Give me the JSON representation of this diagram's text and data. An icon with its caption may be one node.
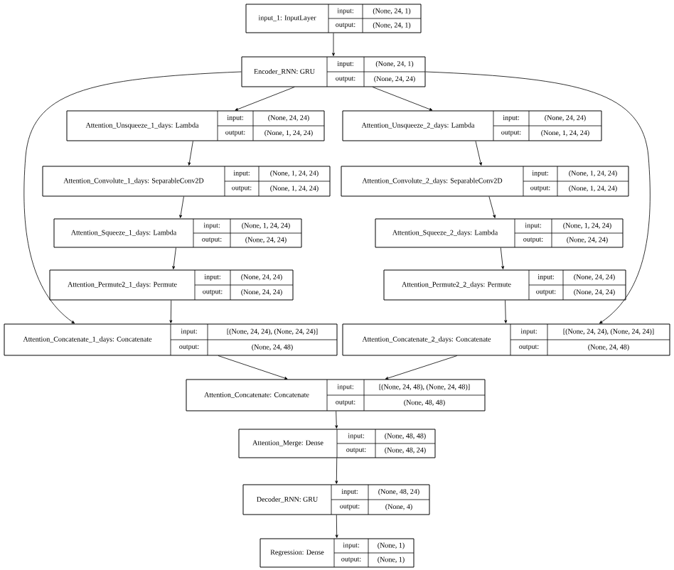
{
  "diagram": {
    "nodes": [
      {
        "text": [
          "input_1: InputLayer",
          "input:",
          "(None, 24, 1)",
          "output:",
          "(None, 24, 1)"
        ]
      },
      {
        "text": [
          "Encoder_RNN: GRU",
          "input:",
          "(None, 24, 1)",
          "output:",
          "(None, 24, 24)"
        ]
      },
      {
        "text": [
          "Attention_Unsqueeze_1_days: Lambda",
          "input:",
          "(None, 24, 24)",
          "output:",
          "(None, 1, 24, 24)"
        ]
      },
      {
        "text": [
          "Attention_Unsqueeze_2_days: Lambda",
          "input:",
          "(None, 24, 24)",
          "output:",
          "(None, 1, 24, 24)"
        ]
      },
      {
        "text": [
          "Attention_Convolute_1_days: SeparableConv2D",
          "input:",
          "(None, 1, 24, 24)",
          "output:",
          "(None, 1, 24, 24)"
        ]
      },
      {
        "text": [
          "Attention_Convolute_2_days: SeparableConv2D",
          "input:",
          "(None, 1, 24, 24)",
          "output:",
          "(None, 1, 24, 24)"
        ]
      },
      {
        "text": [
          "Attention_Squeeze_1_days: Lambda",
          "input:",
          "(None, 1, 24, 24)",
          "output:",
          "(None, 24, 24)"
        ]
      },
      {
        "text": [
          "Attention_Squeeze_2_days: Lambda",
          "input:",
          "(None, 1, 24, 24)",
          "output:",
          "(None, 24, 24)"
        ]
      },
      {
        "text": [
          "Attention_Permute2_1_days: Permute",
          "input:",
          "(None, 24, 24)",
          "output:",
          "(None, 24, 24)"
        ]
      },
      {
        "text": [
          "Attention_Permute2_2_days: Permute",
          "input:",
          "(None, 24, 24)",
          "output:",
          "(None, 24, 24)"
        ]
      },
      {
        "text": [
          "Attention_Concatenate_1_days: Concatenate",
          "input:",
          "[(None, 24, 24), (None, 24, 24)]",
          "output:",
          "(None, 24, 48)"
        ]
      },
      {
        "text": [
          "Attention_Concatenate_2_days: Concatenate",
          "input:",
          "[(None, 24, 24), (None, 24, 24)]",
          "output:",
          "(None, 24, 48)"
        ]
      },
      {
        "text": [
          "Attention_Concatenate: Concatenate",
          "input:",
          "[(None, 24, 48), (None, 24, 48)]",
          "output:",
          "(None, 48, 48)"
        ]
      },
      {
        "text": [
          "Attention_Merge: Dense",
          "input:",
          "(None, 48, 48)",
          "output:",
          "(None, 48, 24)"
        ]
      },
      {
        "text": [
          "Decoder_RNN: GRU",
          "input:",
          "(None, 48, 24)",
          "output:",
          "(None, 4)"
        ]
      },
      {
        "text": [
          "Regression: Dense",
          "input:",
          "(None, 1)",
          "output:",
          "(None, 1)"
        ]
      }
    ],
    "edges": [
      {
        "from": 0,
        "to": 1,
        "arrow": "to"
      },
      {
        "from": 1,
        "to": 2,
        "arrow": "to"
      },
      {
        "from": 1,
        "to": 3,
        "arrow": "to"
      },
      {
        "from": 1,
        "to": 10,
        "arrow": "to"
      },
      {
        "from": 1,
        "to": 11,
        "arrow": "to"
      },
      {
        "from": 2,
        "to": 4,
        "arrow": "to"
      },
      {
        "from": 3,
        "to": 5,
        "arrow": "to"
      },
      {
        "from": 4,
        "to": 6,
        "arrow": "to"
      },
      {
        "from": 5,
        "to": 7,
        "arrow": "to"
      },
      {
        "from": 6,
        "to": 8,
        "arrow": "to"
      },
      {
        "from": 7,
        "to": 9,
        "arrow": "to"
      },
      {
        "from": 8,
        "to": 10,
        "arrow": "to"
      },
      {
        "from": 9,
        "to": 11,
        "arrow": "to"
      },
      {
        "from": 10,
        "to": 12,
        "arrow": "to"
      },
      {
        "from": 11,
        "to": 12,
        "arrow": "to"
      },
      {
        "from": 12,
        "to": 13,
        "arrow": "to"
      },
      {
        "from": 13,
        "to": 14,
        "arrow": "to"
      },
      {
        "from": 14,
        "to": 15,
        "arrow": "to"
      }
    ]
  }
}
